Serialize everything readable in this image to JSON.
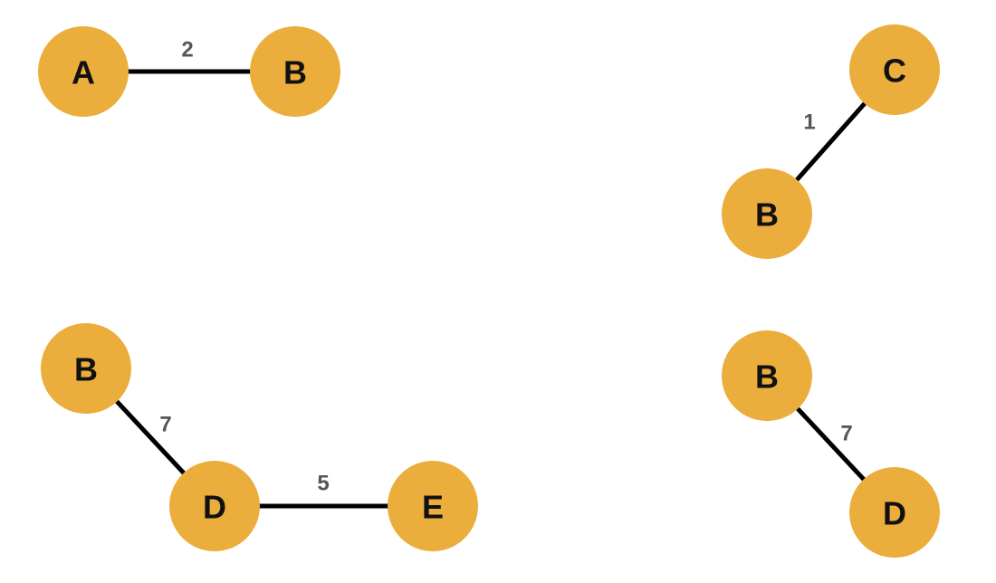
{
  "colors": {
    "node_fill": "#EBAE3C",
    "edge": "#000000",
    "weight_text": "#555555",
    "node_text": "#111111"
  },
  "graphs": [
    {
      "nodes": [
        {
          "label": "A"
        },
        {
          "label": "B"
        }
      ],
      "edges": [
        {
          "from": "A",
          "to": "B",
          "weight": "2"
        }
      ]
    },
    {
      "nodes": [
        {
          "label": "C"
        },
        {
          "label": "B"
        }
      ],
      "edges": [
        {
          "from": "C",
          "to": "B",
          "weight": "1"
        }
      ]
    },
    {
      "nodes": [
        {
          "label": "B"
        },
        {
          "label": "D"
        },
        {
          "label": "E"
        }
      ],
      "edges": [
        {
          "from": "B",
          "to": "D",
          "weight": "7"
        },
        {
          "from": "D",
          "to": "E",
          "weight": "5"
        }
      ]
    },
    {
      "nodes": [
        {
          "label": "B"
        },
        {
          "label": "D"
        }
      ],
      "edges": [
        {
          "from": "B",
          "to": "D",
          "weight": "7"
        }
      ]
    }
  ]
}
